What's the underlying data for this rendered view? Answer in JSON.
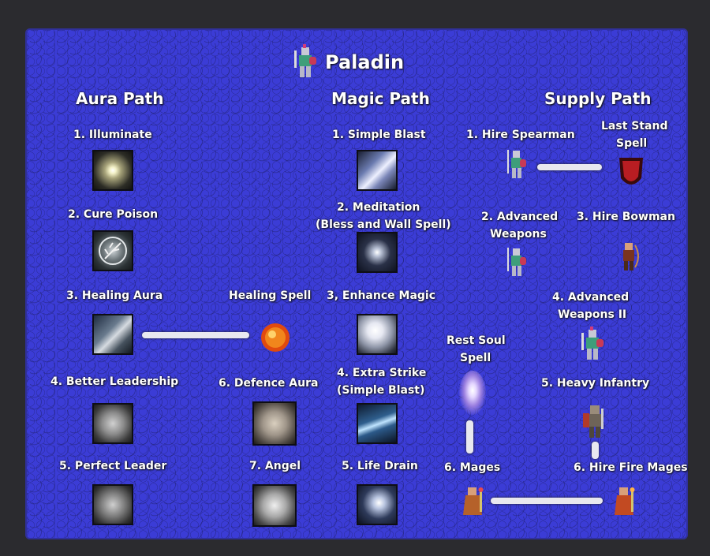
{
  "title": "Paladin",
  "headers": {
    "aura": "Aura Path",
    "magic": "Magic Path",
    "supply": "Supply Path"
  },
  "aura": {
    "illuminate": "1. Illuminate",
    "cure_poison": "2. Cure Poison",
    "healing_aura": "3. Healing Aura",
    "healing_spell": "Healing Spell",
    "better_leadership": "4. Better Leadership",
    "defence_aura": "6. Defence Aura",
    "perfect_leader": "5. Perfect Leader",
    "angel": "7. Angel"
  },
  "magic": {
    "simple_blast": "1. Simple Blast",
    "meditation_1": "2. Meditation",
    "meditation_2": "(Bless and Wall Spell)",
    "enhance_magic": "3, Enhance Magic",
    "extra_strike_1": "4. Extra Strike",
    "extra_strike_2": "(Simple Blast)",
    "life_drain": "5. Life Drain"
  },
  "supply": {
    "hire_spearman": "1. Hire Spearman",
    "last_stand_1": "Last Stand",
    "last_stand_2": "Spell",
    "advanced_weapons_1": "2. Advanced",
    "advanced_weapons_2": "Weapons",
    "hire_bowman": "3. Hire Bowman",
    "advanced_weapons_ii_1": "4. Advanced",
    "advanced_weapons_ii_2": "Weapons II",
    "rest_soul_1": "Rest Soul",
    "rest_soul_2": "Spell",
    "heavy_infantry": "5. Heavy Infantry",
    "mages": "6. Mages",
    "hire_fire_mages": "6. Hire Fire Mages"
  }
}
